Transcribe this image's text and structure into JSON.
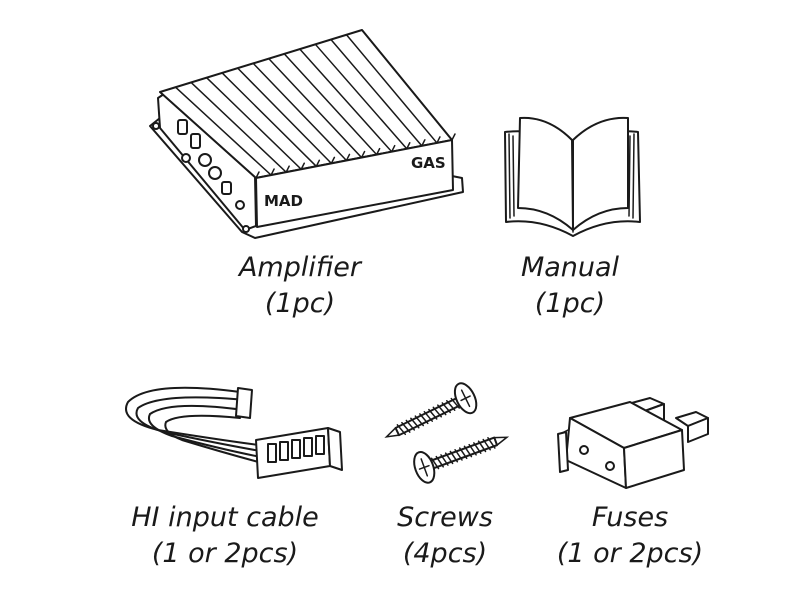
{
  "items": {
    "amplifier": {
      "name": "Amplifier",
      "qty": "(1pc)",
      "brand_left": "MAD",
      "brand_right": "GAS"
    },
    "manual": {
      "name": "Manual",
      "qty": "(1pc)"
    },
    "hi_input_cable": {
      "name": "HI input cable",
      "qty": "(1 or 2pcs)"
    },
    "screws": {
      "name": "Screws",
      "qty": "(4pcs)"
    },
    "fuses": {
      "name": "Fuses",
      "qty": "(1 or 2pcs)"
    }
  },
  "colors": {
    "line": "#1a1a1a",
    "background": "#ffffff"
  }
}
